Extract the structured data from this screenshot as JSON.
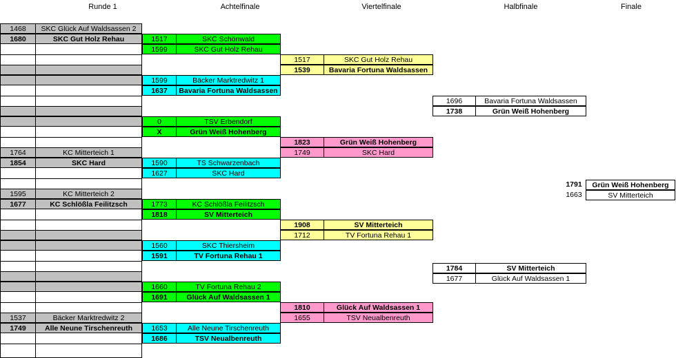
{
  "headers": [
    "Runde 1",
    "Achtelfinale",
    "Viertelfinale",
    "Halbfinale",
    "Finale"
  ],
  "colors": {
    "round1": "#c0c0c0",
    "achtel_green": "#00ff00",
    "achtel_cyan": "#00ffff",
    "viertel_yellow": "#ffff99",
    "viertel_pink": "#ff99cc"
  },
  "runde1": [
    {
      "score": "1468",
      "name": "SKC Glück Auf Waldsassen 2",
      "bold": false
    },
    {
      "score": "1680",
      "name": "SKC Gut Holz Rehau",
      "bold": true
    },
    {
      "score": "",
      "name": "",
      "bold": false
    },
    {
      "score": "",
      "name": "",
      "bold": false
    },
    {
      "score": "",
      "name": "",
      "bold": false
    },
    {
      "score": "",
      "name": "",
      "bold": false
    },
    {
      "score": "1764",
      "name": "KC Mitterteich 1",
      "bold": false
    },
    {
      "score": "1854",
      "name": "SKC Hard",
      "bold": true
    },
    {
      "score": "1595",
      "name": "KC Mitterteich 2",
      "bold": false
    },
    {
      "score": "1677",
      "name": "KC Schlößla Feilitzsch",
      "bold": true
    },
    {
      "score": "",
      "name": "",
      "bold": false
    },
    {
      "score": "",
      "name": "",
      "bold": false
    },
    {
      "score": "",
      "name": "",
      "bold": false
    },
    {
      "score": "",
      "name": "",
      "bold": false
    },
    {
      "score": "1537",
      "name": "Bäcker Marktredwitz 2",
      "bold": false
    },
    {
      "score": "1749",
      "name": "Alle Neune Tirschenreuth",
      "bold": true
    }
  ],
  "achtelfinale": [
    {
      "score": "1517",
      "name": "SKC Schönwald",
      "bold": false,
      "color": "green"
    },
    {
      "score": "1599",
      "name": "SKC Gut Holz Rehau",
      "bold": false,
      "color": "green"
    },
    {
      "score": "1599",
      "name": "Bäcker Marktredwitz 1",
      "bold": false,
      "color": "cyan"
    },
    {
      "score": "1637",
      "name": "Bavaria Fortuna Waldsassen",
      "bold": true,
      "color": "cyan"
    },
    {
      "score": "0",
      "name": "TSV Erbendorf",
      "bold": false,
      "color": "green"
    },
    {
      "score": "X",
      "name": "Grün Weiß Hohenberg",
      "bold": true,
      "color": "green"
    },
    {
      "score": "1590",
      "name": "TS Schwarzenbach",
      "bold": false,
      "color": "cyan"
    },
    {
      "score": "1627",
      "name": "SKC Hard",
      "bold": false,
      "color": "cyan"
    },
    {
      "score": "1773",
      "name": "KC Schlößla Feilitzsch",
      "bold": false,
      "color": "green"
    },
    {
      "score": "1818",
      "name": "SV Mitterteich",
      "bold": true,
      "color": "green"
    },
    {
      "score": "1560",
      "name": "SKC Thiersheim",
      "bold": false,
      "color": "cyan"
    },
    {
      "score": "1591",
      "name": "TV Fortuna Rehau 1",
      "bold": true,
      "color": "cyan"
    },
    {
      "score": "1660",
      "name": "TV Fortuna Rehau 2",
      "bold": false,
      "color": "green"
    },
    {
      "score": "1691",
      "name": "Glück Auf Waldsassen 1",
      "bold": true,
      "color": "green"
    },
    {
      "score": "1653",
      "name": "Alle Neune Tirschenreuth",
      "bold": false,
      "color": "cyan"
    },
    {
      "score": "1686",
      "name": "TSV Neualbenreuth",
      "bold": true,
      "color": "cyan"
    }
  ],
  "viertelfinale": [
    {
      "score": "1517",
      "name": "SKC Gut Holz Rehau",
      "bold": false,
      "color": "yellow"
    },
    {
      "score": "1539",
      "name": "Bavaria Fortuna Waldsassen",
      "bold": true,
      "color": "yellow"
    },
    {
      "score": "1823",
      "name": "Grün Weiß Hohenberg",
      "bold": true,
      "color": "pink"
    },
    {
      "score": "1749",
      "name": "SKC Hard",
      "bold": false,
      "color": "pink"
    },
    {
      "score": "1908",
      "name": "SV Mitterteich",
      "bold": true,
      "color": "yellow"
    },
    {
      "score": "1712",
      "name": "TV Fortuna Rehau 1",
      "bold": false,
      "color": "yellow"
    },
    {
      "score": "1810",
      "name": "Glück Auf Waldsassen 1",
      "bold": true,
      "color": "pink"
    },
    {
      "score": "1655",
      "name": "TSV Neualbenreuth",
      "bold": false,
      "color": "pink"
    }
  ],
  "halbfinale": [
    {
      "score": "1696",
      "name": "Bavaria Fortuna Waldsassen",
      "bold": false
    },
    {
      "score": "1738",
      "name": "Grün Weiß Hohenberg",
      "bold": true
    },
    {
      "score": "1784",
      "name": "SV Mitterteich",
      "bold": true
    },
    {
      "score": "1677",
      "name": "Glück Auf Waldsassen 1",
      "bold": false
    }
  ],
  "finale": [
    {
      "score": "1791",
      "name": "Grün Weiß Hohenberg",
      "bold": true
    },
    {
      "score": "1663",
      "name": "SV Mitterteich",
      "bold": false
    }
  ]
}
